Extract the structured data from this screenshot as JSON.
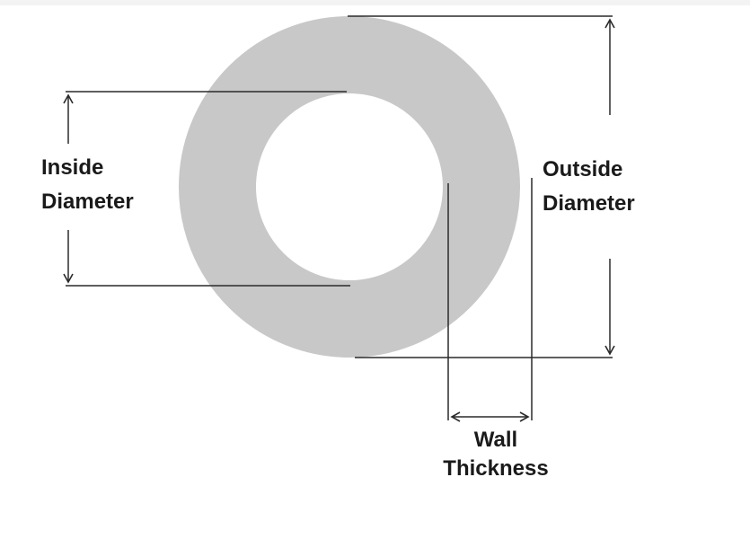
{
  "labels": {
    "inside_diameter": {
      "line1": "Inside",
      "line2": "Diameter"
    },
    "outside_diameter": {
      "line1": "Outside",
      "line2": "Diameter"
    },
    "wall_thickness": {
      "line1": "Wall",
      "line2": "Thickness"
    }
  },
  "colors": {
    "ring": "#c8c8c8",
    "line": "#2a2a2a",
    "text": "#1a1a1a"
  }
}
